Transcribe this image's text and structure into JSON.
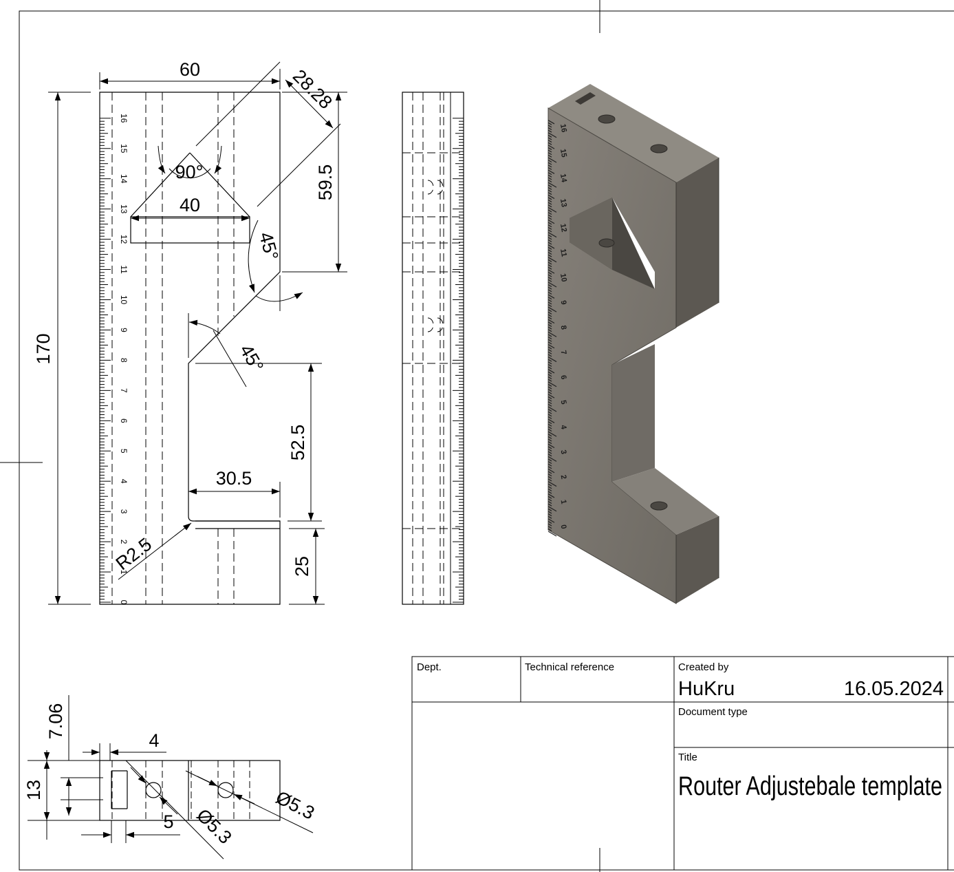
{
  "dimensions": {
    "front_width": "60",
    "chamfer_length": "28.28",
    "angle_90": "90°",
    "hole_width": "40",
    "height_59_5": "59.5",
    "angle_45_top": "45°",
    "overall_height": "170",
    "angle_45_mid": "45°",
    "slot_height": "52.5",
    "slot_depth": "30.5",
    "fillet_radius": "R2.5",
    "foot_height": "25",
    "side_offset": "7.06",
    "groove_width": "4",
    "thickness": "13",
    "hole_offset": "5",
    "hole_dia_1": "Ø5.3",
    "hole_dia_2": "Ø5.3"
  },
  "ruler_labels": [
    "0",
    "1",
    "2",
    "3",
    "4",
    "5",
    "6",
    "7",
    "8",
    "9",
    "10",
    "11",
    "12",
    "13",
    "14",
    "15",
    "16"
  ],
  "title_block": {
    "dept_label": "Dept.",
    "tech_ref_label": "Technical reference",
    "created_by_label": "Created by",
    "created_by": "HuKru",
    "date": "16.05.2024",
    "doc_type_label": "Document type",
    "title_label": "Title",
    "title": "Router Adjustebale template"
  },
  "colors": {
    "line": "#000000",
    "part_face": "#7d786f",
    "part_side": "#5e5a53",
    "part_top": "#8e8a82",
    "part_dark": "#3e3b37"
  }
}
